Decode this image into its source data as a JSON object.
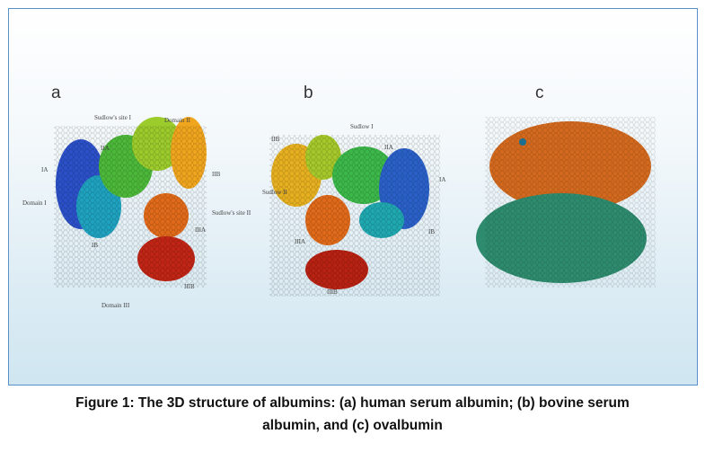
{
  "figure": {
    "panels": [
      {
        "letter": "a",
        "labels": [
          "Sudlow's site I",
          "Domain II",
          "IIA",
          "IA",
          "IIB",
          "Domain I",
          "Sudlow's site II",
          "IIIA",
          "IB",
          "IIIB",
          "Domain III"
        ]
      },
      {
        "letter": "b",
        "labels": [
          "Sudlow I",
          "IIB",
          "IIA",
          "IA",
          "Sudlow II",
          "IB",
          "IIIA",
          "IIIB"
        ]
      },
      {
        "letter": "c",
        "labels": []
      }
    ],
    "colors": {
      "border": "#5b8fc9",
      "ovalbumin_top": "#d2691e",
      "ovalbumin_bottom": "#2e8b6e"
    }
  },
  "caption": {
    "line1": "Figure 1: The 3D structure of albumins: (a) human serum albumin; (b) bovine serum",
    "line2": "albumin, and (c) ovalbumin"
  }
}
